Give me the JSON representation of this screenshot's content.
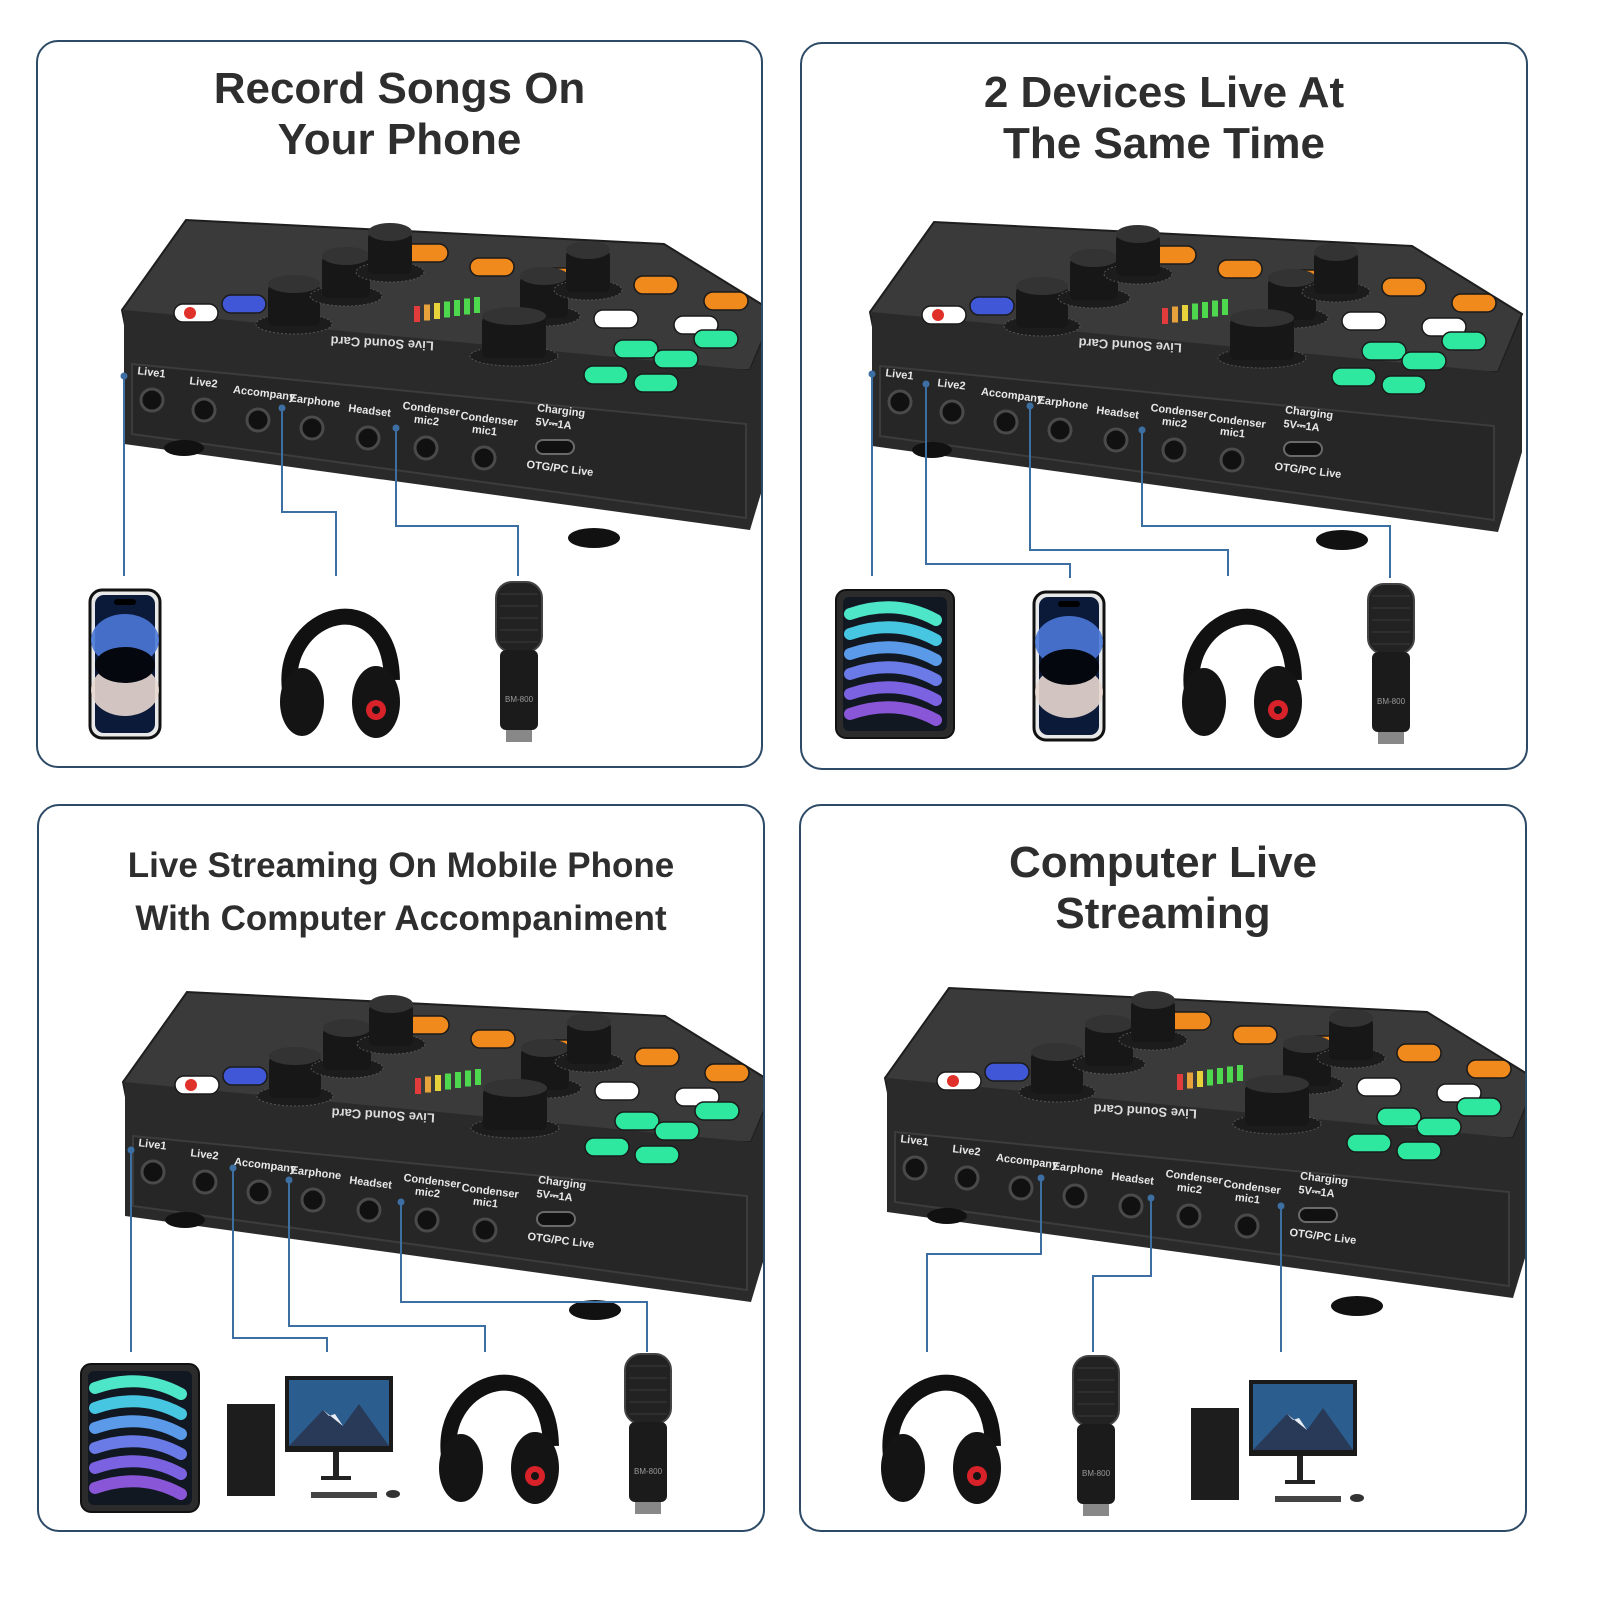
{
  "panels": {
    "p1": {
      "title": [
        "Record Songs On",
        "Your Phone"
      ]
    },
    "p2": {
      "title": [
        "2 Devices Live At",
        "The Same Time"
      ]
    },
    "p3": {
      "title": [
        "Live Streaming On Mobile Phone",
        "With Computer Accompaniment"
      ]
    },
    "p4": {
      "title": [
        "Computer Live",
        "Streaming"
      ]
    }
  },
  "device": {
    "brand": "Live Sound Card",
    "ports": [
      "Live1",
      "Live2",
      "Accompany",
      "Earphone",
      "Headset",
      "Condenser mic2",
      "Condenser mic1"
    ],
    "charging": [
      "Charging",
      "5V⎓1A"
    ],
    "usb_label": "OTG/PC Live"
  },
  "accessories": {
    "mic_model": "BM-800"
  },
  "colors": {
    "panel_border": "#2d4a66",
    "connector_line": "#3d6fa3",
    "title_text": "#2e2e2e",
    "device_body": "#2a2a2a",
    "button_orange": "#f08a1c",
    "button_green": "#2ee8a0",
    "button_blue": "#4058d8"
  }
}
